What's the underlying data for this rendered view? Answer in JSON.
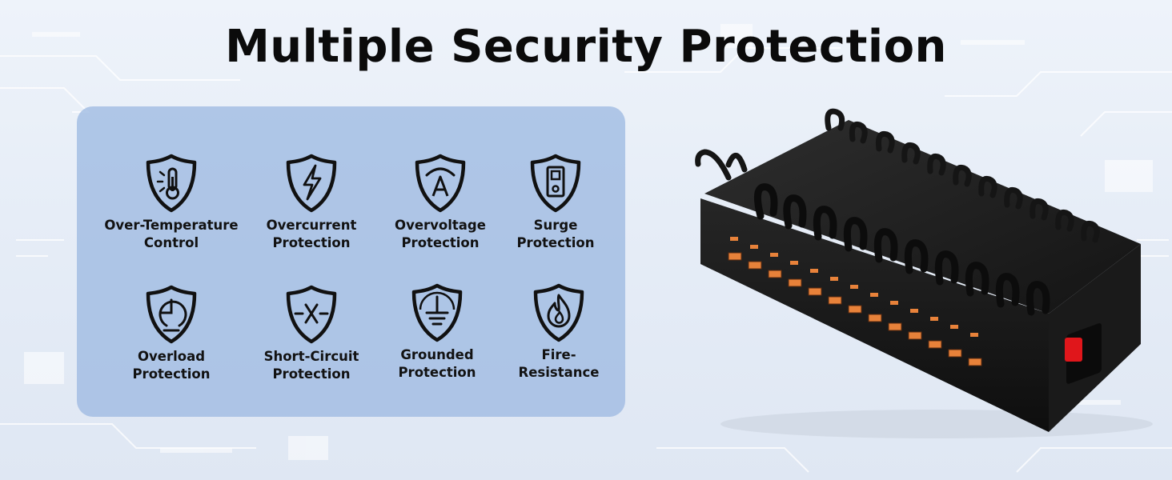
{
  "title": "Multiple Security Protection",
  "colors": {
    "panel": "#9ebae2",
    "title": "#0b0b0b",
    "device_body": "#1c1c1c",
    "port_orange": "#e8823a",
    "switch_red": "#e0161b"
  },
  "features": [
    {
      "line1": "Over-Temperature",
      "line2": "Control",
      "icon": "thermometer-shield-icon"
    },
    {
      "line1": "Overcurrent",
      "line2": "Protection",
      "icon": "lightning-shield-icon"
    },
    {
      "line1": "Overvoltage",
      "line2": "Protection",
      "icon": "voltage-shield-icon"
    },
    {
      "line1": "Surge",
      "line2": "Protection",
      "icon": "surge-device-shield-icon"
    },
    {
      "line1": "Overload",
      "line2": "Protection",
      "icon": "gauge-shield-icon"
    },
    {
      "line1": "Short-Circuit",
      "line2": "Protection",
      "icon": "circuit-shield-icon"
    },
    {
      "line1": "Grounded",
      "line2": "Protection",
      "icon": "ground-shield-icon"
    },
    {
      "line1": "Fire-",
      "line2": "Resistance",
      "icon": "flame-shield-icon"
    }
  ],
  "product": {
    "name": "usb-charging-station-image"
  }
}
